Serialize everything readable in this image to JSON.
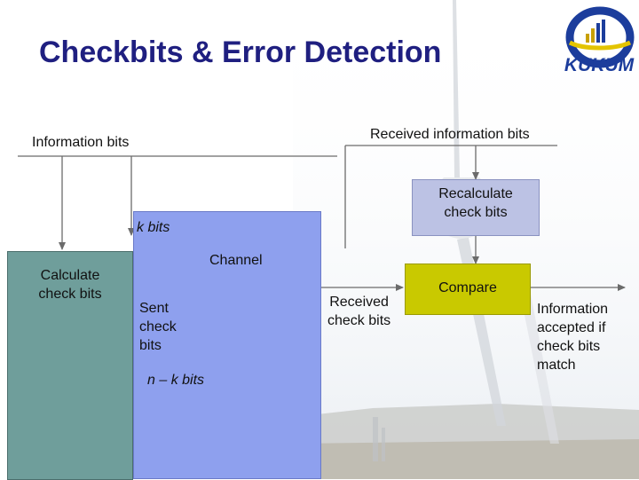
{
  "slide": {
    "title": "Checkbits & Error Detection"
  },
  "logo": {
    "text": "KUKUM"
  },
  "diagram": {
    "information_bits": "Information bits",
    "received_information_bits": "Received information bits",
    "recalculate": [
      "Recalculate",
      "check bits"
    ],
    "k_bits": "k bits",
    "channel": "Channel",
    "calculate": [
      "Calculate",
      "check bits"
    ],
    "sent_check_bits": [
      "Sent",
      "check",
      "bits"
    ],
    "received_check_bits": [
      "Received",
      "check bits"
    ],
    "compare": "Compare",
    "information_accepted": [
      "Information",
      "accepted if",
      "check bits",
      "match"
    ],
    "n_minus_k_bits": "n – k bits"
  },
  "colors": {
    "title": "#1f1f80",
    "calculate_box": "#6f9e9b",
    "channel_box": "#8ea0ee",
    "recalculate_box": "#bcc2e4",
    "compare_box": "#c9c900",
    "lines": "#6b6b6b"
  }
}
